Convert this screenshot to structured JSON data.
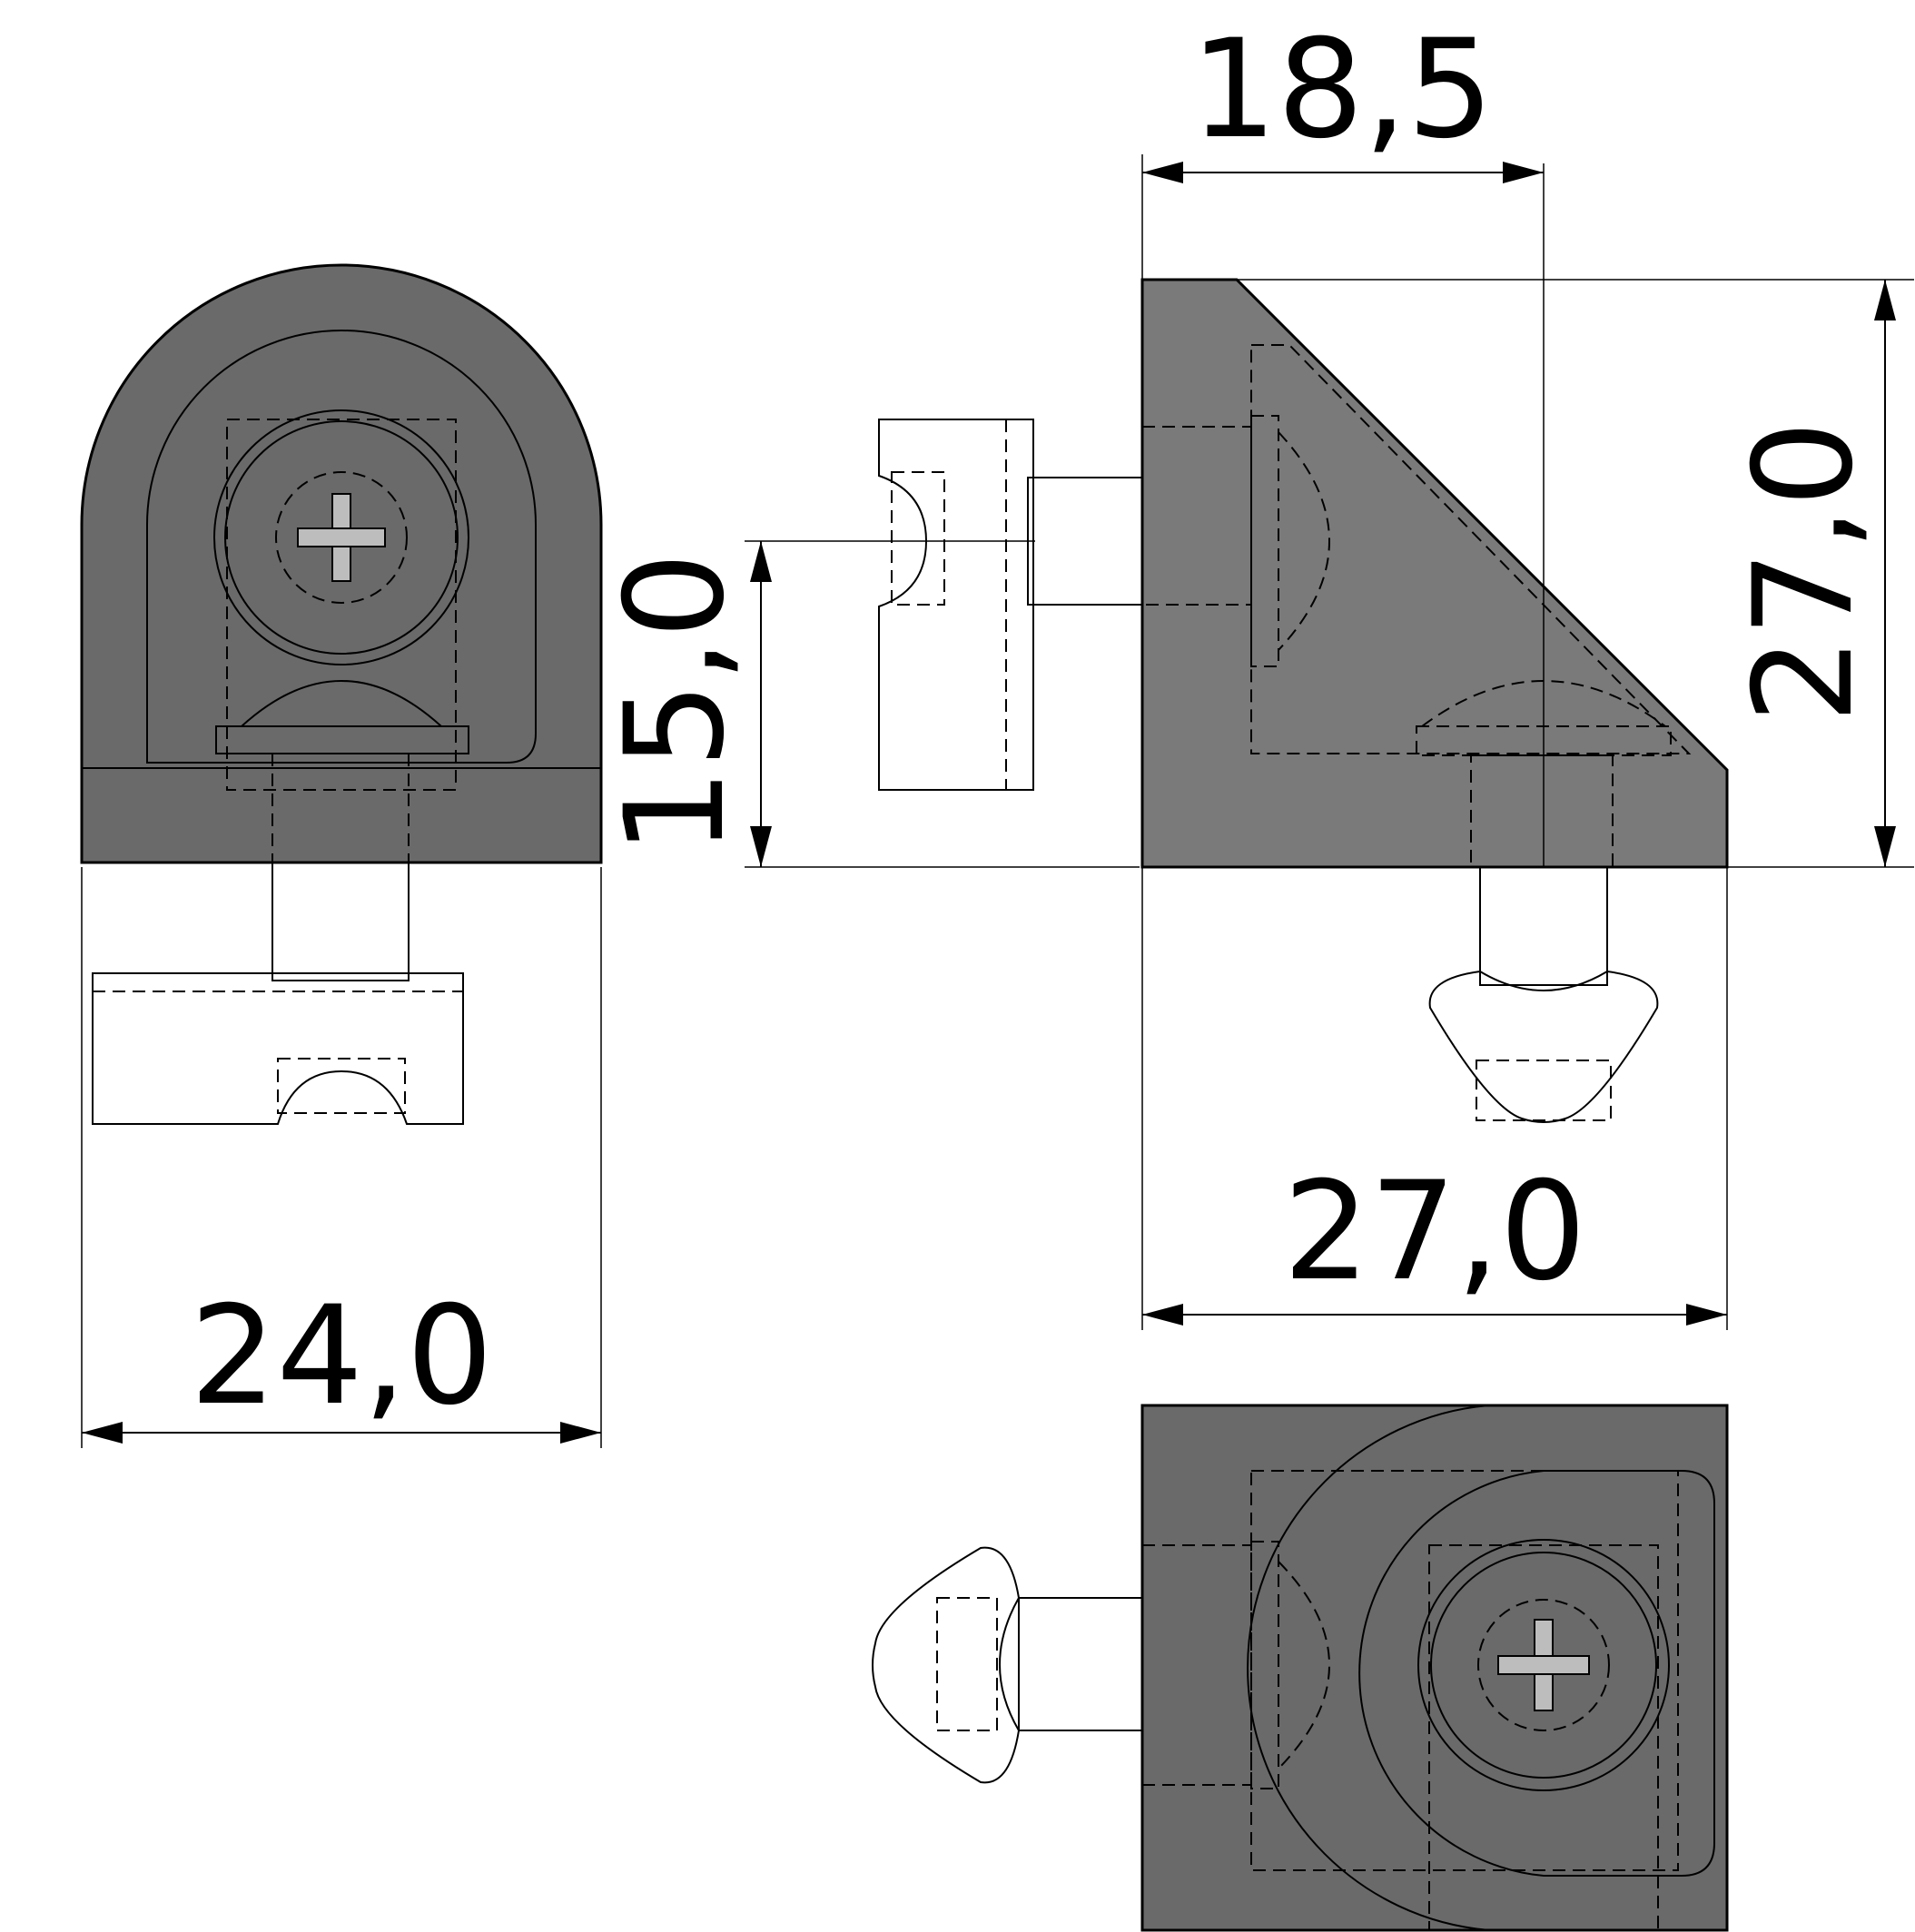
{
  "drawing": {
    "dimensions": {
      "top_width": "18,5",
      "right_height": "27,0",
      "left_height": "15,0",
      "middle_width": "27,0",
      "left_width": "24,0"
    },
    "colors": {
      "body_dark": "#5e5e5e",
      "body_mid": "#767676",
      "body_light": "#8a8a8a",
      "line": "#000000",
      "background": "#ffffff"
    }
  }
}
